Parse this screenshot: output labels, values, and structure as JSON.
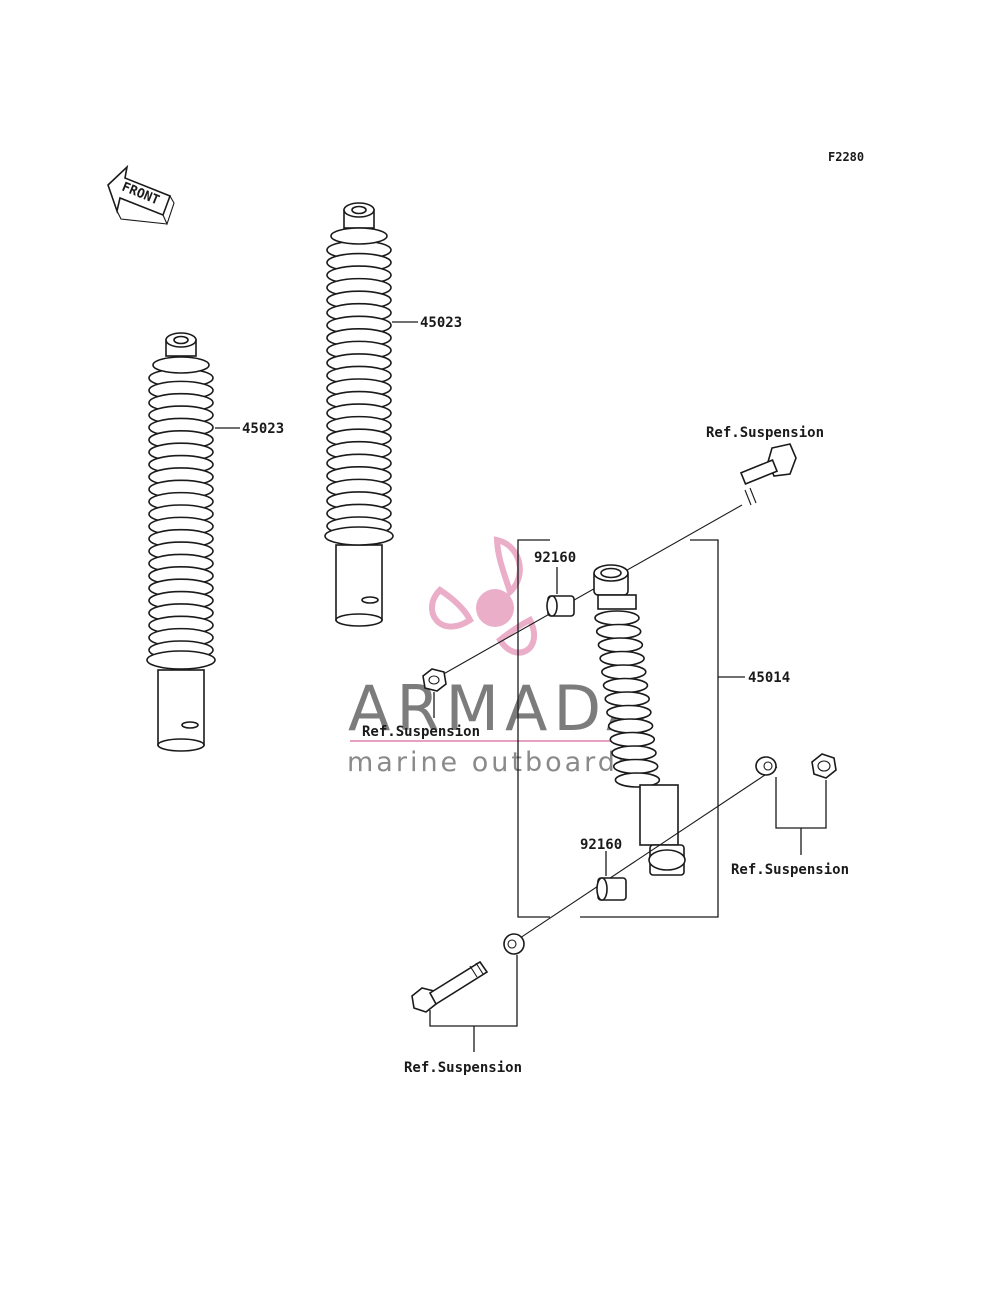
{
  "diagram_code": "F2280",
  "front_label": "FRONT",
  "labels": {
    "spring_left": "45023",
    "spring_center": "45023",
    "shock_assembly": "45014",
    "bushing_upper": "92160",
    "bushing_lower": "92160",
    "ref_top": "Ref.Suspension",
    "ref_left": "Ref.Suspension",
    "ref_right": "Ref.Suspension",
    "ref_bottom": "Ref.Suspension"
  },
  "watermark": {
    "brand": "ARMADA",
    "tagline": "marine outboards",
    "brand_color": "#7c7c7c",
    "accent_color": "#e8a0c0"
  }
}
